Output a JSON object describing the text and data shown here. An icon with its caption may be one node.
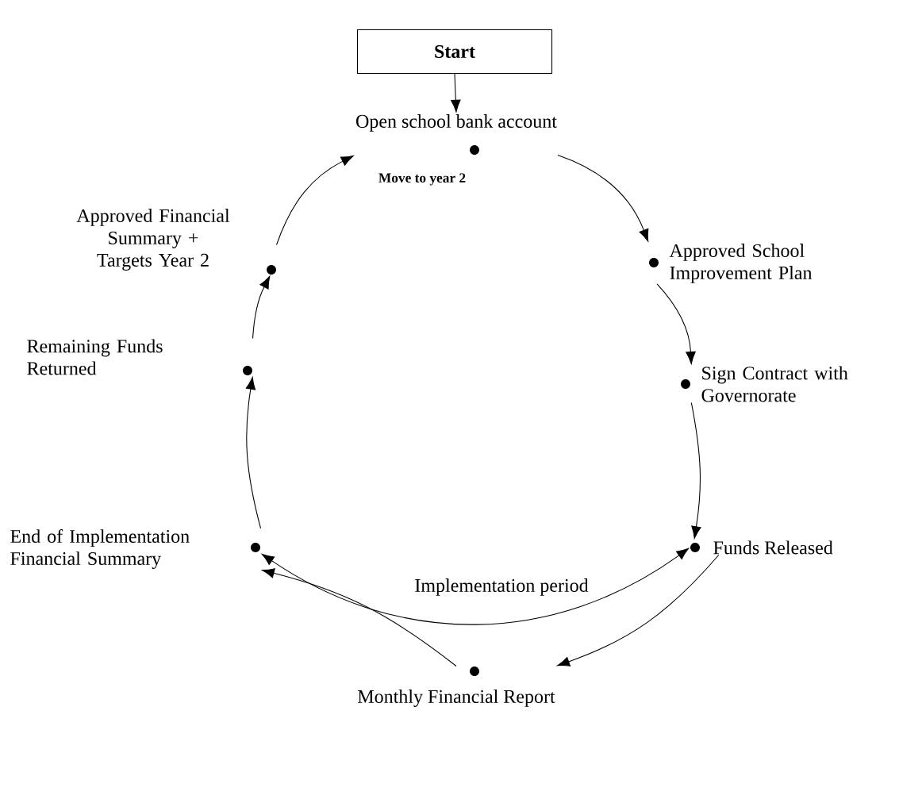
{
  "diagram": {
    "nodes": [
      {
        "text": [
          "Start"
        ]
      },
      {
        "text": [
          "Open school bank account"
        ]
      },
      {
        "text": [
          "Approved School Improvement Plan"
        ]
      },
      {
        "text": [
          "Sign Contract with Governorate"
        ]
      },
      {
        "text": [
          "Funds Released"
        ]
      },
      {
        "text": [
          "Monthly Financial Report"
        ]
      },
      {
        "text": [
          "End of Implementation Financial Summary"
        ]
      },
      {
        "text": [
          "Remaining Funds Returned"
        ]
      },
      {
        "text": [
          "Approved Financial Summary + Targets Year 2"
        ]
      }
    ],
    "edges": [
      {
        "from": 0,
        "to": 1,
        "arrow": "to"
      },
      {
        "from": 1,
        "to": 2,
        "arrow": "to"
      },
      {
        "from": 2,
        "to": 3,
        "arrow": "to"
      },
      {
        "from": 3,
        "to": 4,
        "arrow": "to"
      },
      {
        "from": 4,
        "to": 5,
        "arrow": "to"
      },
      {
        "from": 5,
        "to": 6,
        "arrow": "to"
      },
      {
        "from": 6,
        "to": 4,
        "arrow": "both",
        "label": "Implementation period"
      },
      {
        "from": 6,
        "to": 7,
        "arrow": "to"
      },
      {
        "from": 7,
        "to": 8,
        "arrow": "to"
      },
      {
        "from": 8,
        "to": 1,
        "arrow": "to",
        "label": "Move to year 2"
      }
    ]
  }
}
